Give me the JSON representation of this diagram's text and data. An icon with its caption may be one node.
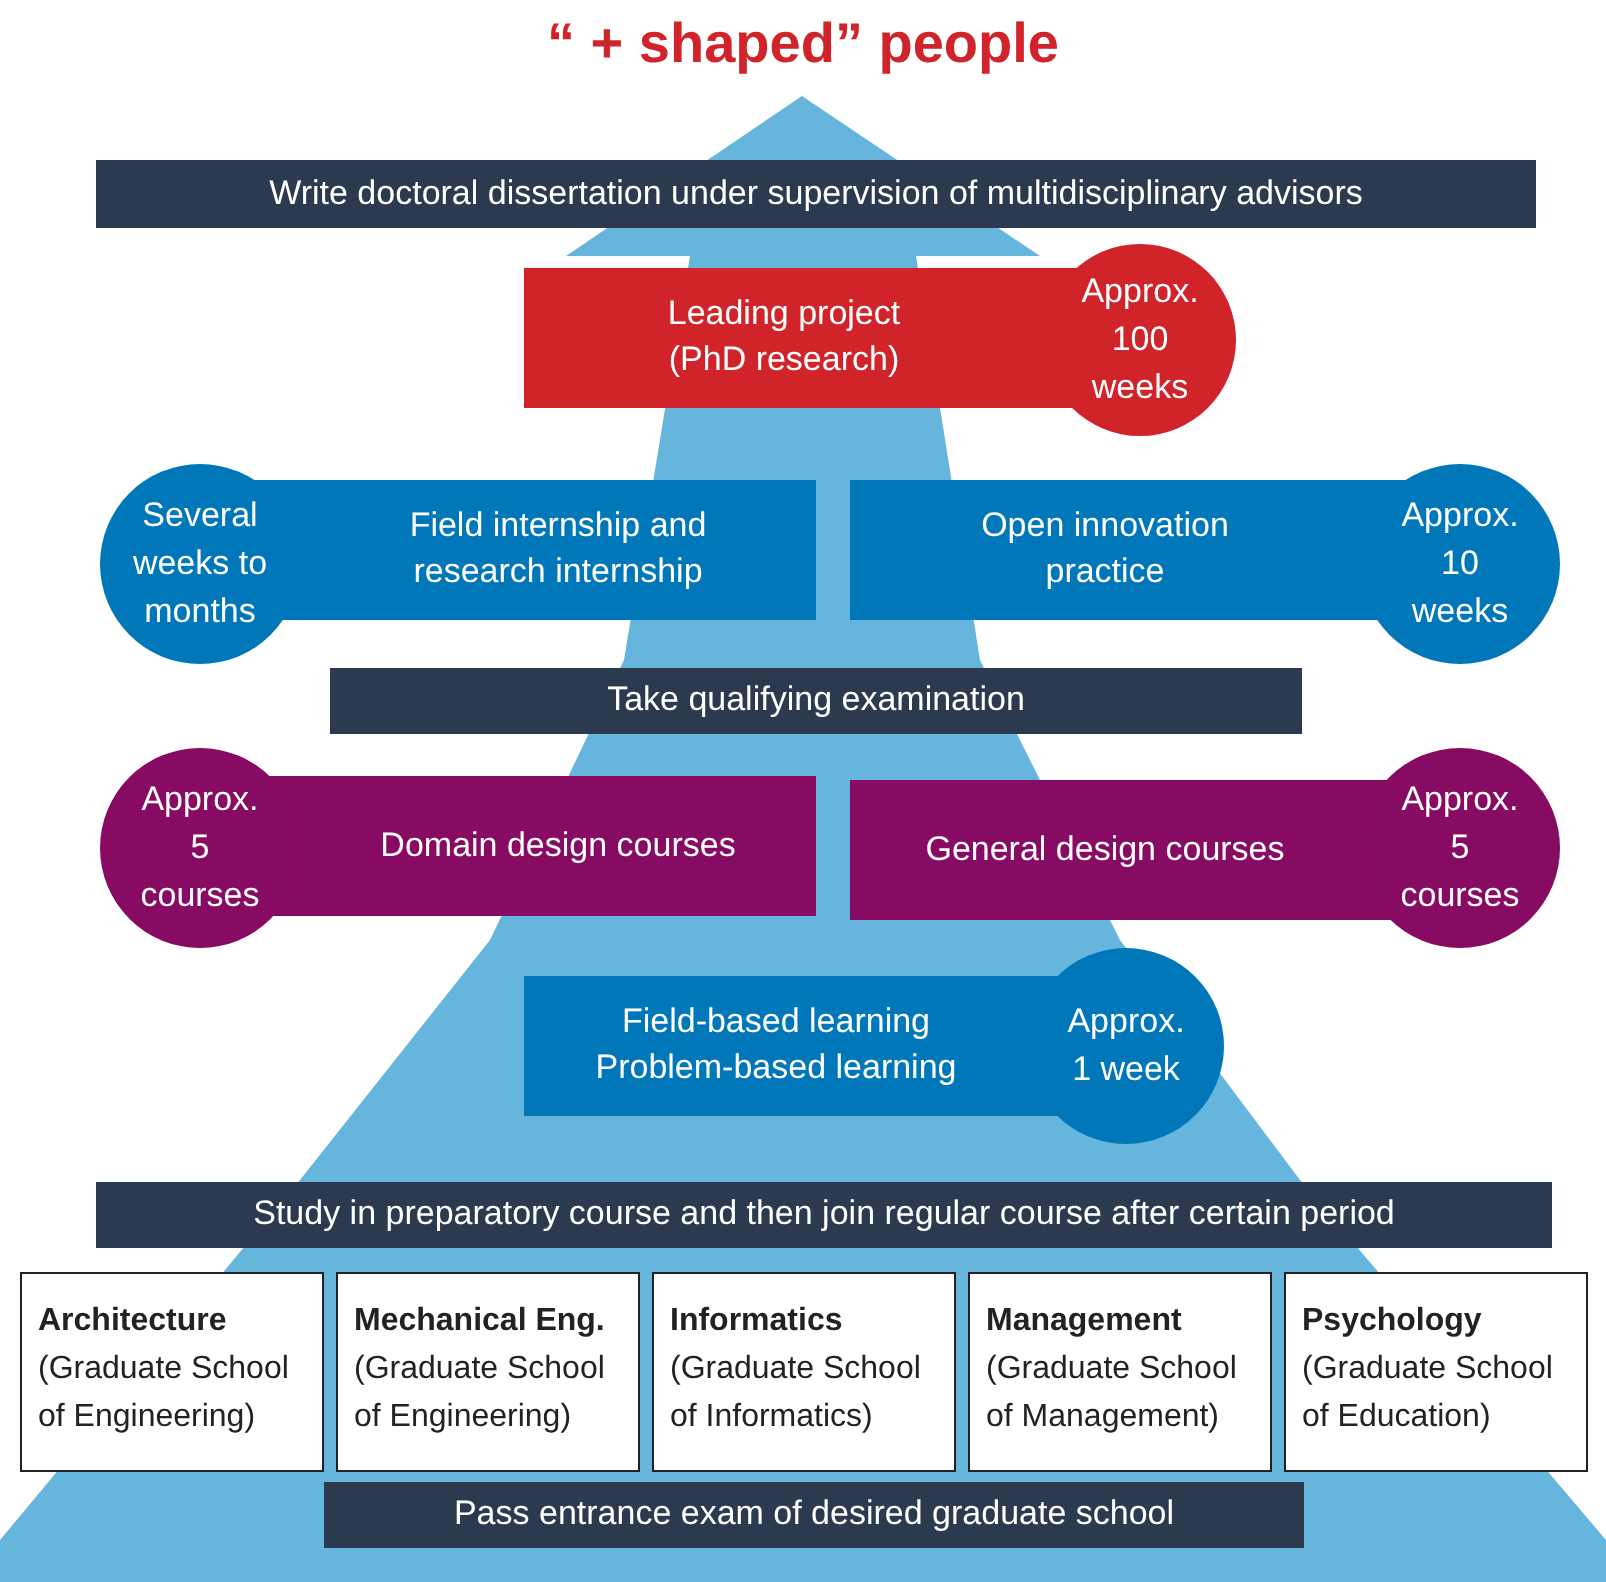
{
  "diagram": {
    "title": "“ + shaped” people",
    "nodes": [
      {
        "text": [
          "Write doctoral dissertation under supervision of multidisciplinary advisors"
        ]
      },
      {
        "text": [
          "Leading project (PhD research)",
          "Approx. 100 weeks"
        ]
      },
      {
        "text": [
          "Several weeks to months",
          "Field internship and research internship"
        ]
      },
      {
        "text": [
          "Open innovation practice",
          "Approx. 10 weeks"
        ]
      },
      {
        "text": [
          "Take qualifying examination"
        ]
      },
      {
        "text": [
          "Approx. 5 courses",
          "Domain design courses"
        ]
      },
      {
        "text": [
          "General design courses",
          "Approx. 5 courses"
        ]
      },
      {
        "text": [
          "Field-based learning",
          "Problem-based learning",
          "Approx. 1 week"
        ]
      },
      {
        "text": [
          "Study in preparatory course and then join regular course after certain period"
        ]
      },
      {
        "text": [
          "Architecture",
          "(Graduate School of Engineering)"
        ]
      },
      {
        "text": [
          "Mechanical Eng.",
          "(Graduate School of Engineering)"
        ]
      },
      {
        "text": [
          "Informatics",
          "(Graduate School of Informatics)"
        ]
      },
      {
        "text": [
          "Management",
          "(Graduate School of Management)"
        ]
      },
      {
        "text": [
          "Psychology",
          "(Graduate School of Education)"
        ]
      },
      {
        "text": [
          "Pass entrance exam of desired graduate school"
        ]
      }
    ]
  }
}
